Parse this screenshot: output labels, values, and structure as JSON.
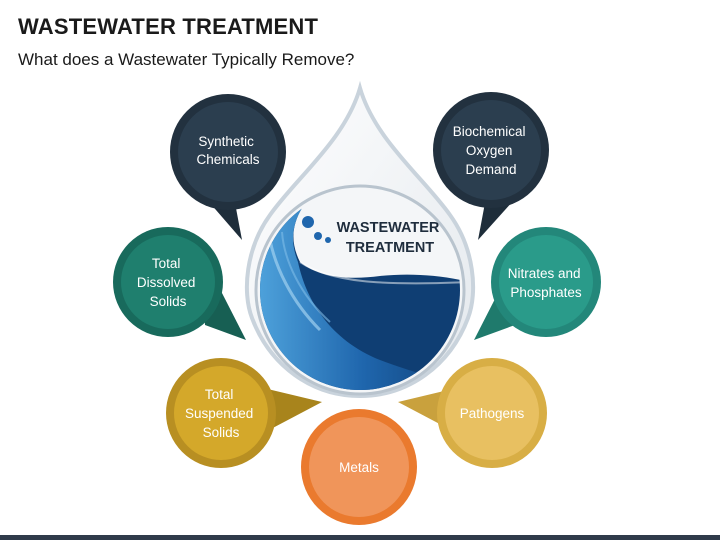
{
  "title": "WASTEWATER TREATMENT",
  "subtitle": "What does a Wastewater Typically Remove?",
  "center": {
    "line1": "WASTEWATER",
    "line2": "TREATMENT"
  },
  "items": [
    {
      "lines": [
        "Synthetic",
        "Chemicals"
      ],
      "color": "#2b3e4f"
    },
    {
      "lines": [
        "Biochemical",
        "Oxygen",
        "Demand"
      ],
      "color": "#2b3e4f"
    },
    {
      "lines": [
        "Total",
        "Dissolved",
        "Solids"
      ],
      "color": "#1f7f6e"
    },
    {
      "lines": [
        "Nitrates and",
        "Phosphates"
      ],
      "color": "#2a9b8a"
    },
    {
      "lines": [
        "Total",
        "Suspended",
        "Solids"
      ],
      "color": "#d4a82a"
    },
    {
      "lines": [
        "Pathogens"
      ],
      "color": "#e8c061"
    },
    {
      "lines": [
        "Metals"
      ],
      "color": "#f0955a"
    }
  ],
  "colors": {
    "drop_border": "#c9d3dc",
    "water_dark": "#0f3e73",
    "water_mid": "#1f66ad",
    "water_light": "#4fa3dc"
  }
}
